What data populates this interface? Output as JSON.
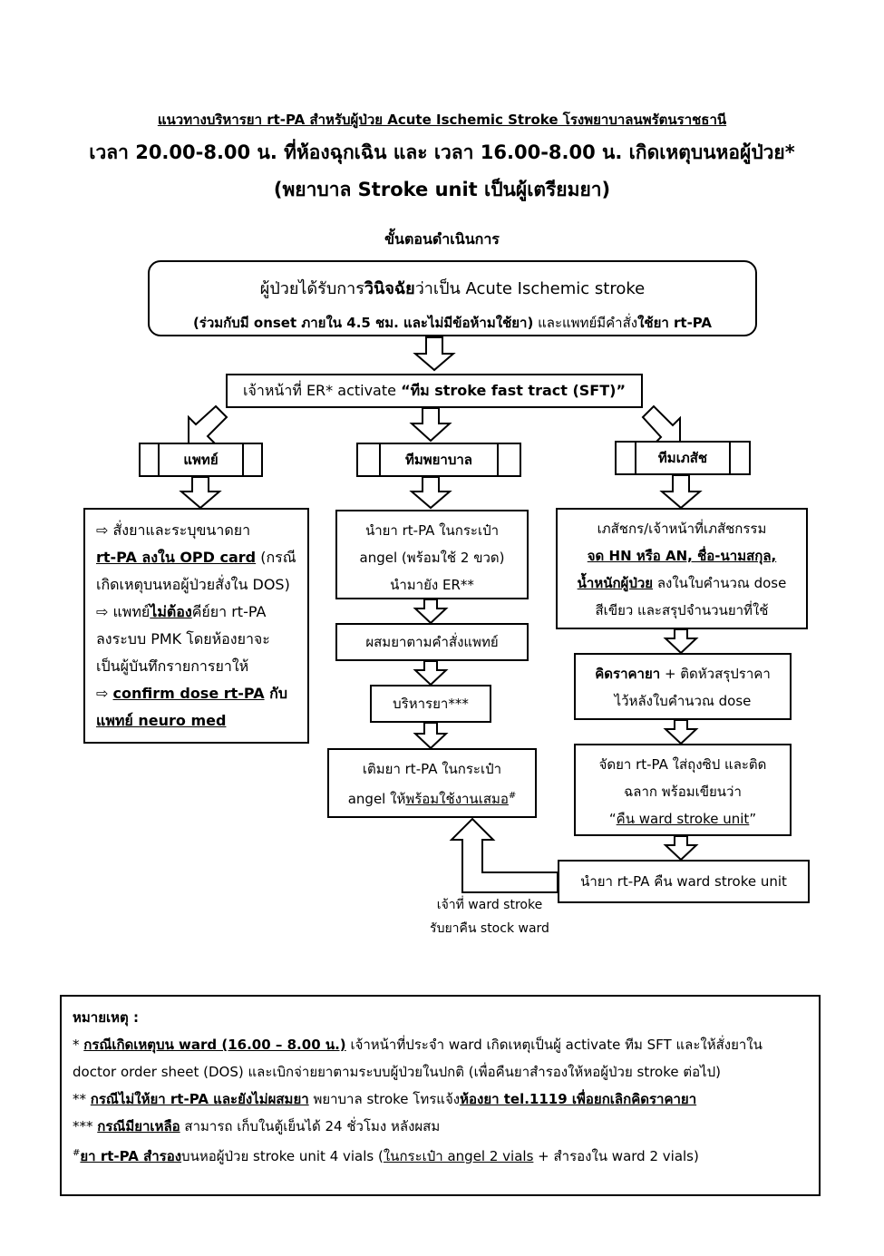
{
  "header": {
    "title_line1": "แนวทางบริหารยา rt-PA สำหรับผู้ป่วย Acute Ischemic Stroke โรงพยาบาลนพรัตนราชธานี",
    "title_line2": "เวลา 20.00-8.00 น. ที่ห้องฉุกเฉิน และ เวลา 16.00-8.00 น. เกิดเหตุบนหอผู้ป่วย*",
    "title_line3": "(พยาบาล Stroke unit เป็นผู้เตรียมยา)",
    "section_title": "ขั้นตอนดำเนินการ"
  },
  "flow": {
    "diagnosis": {
      "l1_pre": "ผู้ป่วยได้รับการ",
      "l1_bold": "วินิจฉัย",
      "l1_post": "ว่าเป็น Acute Ischemic stroke",
      "l2_bold": "(ร่วมกับมี onset ภายใน 4.5 ชม. และไม่มีข้อห้ามใช้ยา)",
      "l2_mid": " และแพทย์มีคำสั่ง",
      "l2_bold2": "ใช้ยา rt-PA"
    },
    "activate": {
      "pre": "เจ้าหน้าที่ ER* activate ",
      "bold": "“ทีม stroke fast tract (SFT)”"
    },
    "team_doctor": "แพทย์",
    "team_nurse": "ทีมพยาบาล",
    "team_pharmacy": "ทีมเภสัช",
    "doctor": {
      "l1": " สั่งยาและระบุขนาดยา",
      "l2_u": "rt-PA ลงใน OPD card",
      "l2_post": " (กรณี",
      "l3": "เกิดเหตุบนหอผู้ป่วยสั่งใน DOS)",
      "l4_pre": " แพทย์",
      "l4_u": "ไม่ต้อง",
      "l4_post": "คีย์ยา rt-PA",
      "l5": "ลงระบบ PMK โดยห้องยาจะ",
      "l6": "เป็นผู้บันทึกรายการยาให้",
      "l7_u": "confirm dose rt-PA",
      "l7_post": " กับ",
      "l8_u": "แพทย์ neuro med"
    },
    "nurse": {
      "bring_l1": "นำยา rt-PA ในกระเป๋า",
      "bring_l2": "angel (พร้อมใช้ 2 ขวด)",
      "bring_l3": "นำมายัง ER**",
      "mix": "ผสมยาตามคำสั่งแพทย์",
      "administer": "บริหารยา***",
      "refill_l1": "เติมยา rt-PA ในกระเป๋า",
      "refill_l2_pre": "angel ให้",
      "refill_l2_u": "พร้อมใช้งานเสมอ",
      "refill_sup": "#"
    },
    "pharmacy": {
      "p1_l1": "เภสัชกร/เจ้าหน้าที่เภสัชกรรม",
      "p1_l2_u": "จด HN หรือ AN, ชื่อ-นามสกุล,",
      "p1_l3_u": "น้ำหนักผู้ป่วย",
      "p1_l3_post": " ลงในใบคำนวณ dose",
      "p1_l4": "สีเขียว และสรุปจำนวนยาที่ใช้",
      "p2_l1_b": "คิดราคายา",
      "p2_l1_post": " + ติดหัวสรุปราคา",
      "p2_l2": "ไว้หลังใบคำนวณ dose",
      "p3_l1": "จัดยา rt-PA ใส่ถุงซิป และติด",
      "p3_l2": "ฉลาก พร้อมเขียนว่า",
      "p3_l3_pre": "“",
      "p3_l3_u": "คืน ward stroke unit",
      "p3_l3_post": "”",
      "return": "นำยา rt-PA คืน ward stroke unit"
    },
    "ward_note_l1": "เจ้าที่ ward stroke",
    "ward_note_l2": "รับยาคืน stock ward"
  },
  "notes": {
    "heading": "หมายเหตุ :",
    "n1_star": "* ",
    "n1_u": "กรณีเกิดเหตุบน ward (16.00 – 8.00 น.)",
    "n1_post": " เจ้าหน้าที่ประจำ ward เกิดเหตุเป็นผู้ activate ทีม SFT และให้สั่งยาใน",
    "n1_l2": "doctor order sheet (DOS) และเบิกจ่ายยาตามระบบผู้ป่วยในปกติ (เพื่อคืนยาสำรองให้หอผู้ป่วย stroke ต่อไป)",
    "n2_star": "** ",
    "n2_u": "กรณีไม่ให้ยา rt-PA และยังไม่ผสมยา",
    "n2_mid": " พยาบาล stroke โทรแจ้ง",
    "n2_u2": "ห้องยา tel.1119 เพื่อยกเลิกคิดราคายา",
    "n3_star": "*** ",
    "n3_u": "กรณีมียาเหลือ",
    "n3_post": " สามารถ เก็บในตู้เย็นได้ 24 ชั่วโมง หลังผสม",
    "n4_sup": "#",
    "n4_u": "ยา rt-PA สำรอง",
    "n4_mid": "บนหอผู้ป่วย stroke unit 4 vials (",
    "n4_u2": "ในกระเป๋า angel 2 vials",
    "n4_post": " + สำรองใน ward 2 vials)"
  }
}
